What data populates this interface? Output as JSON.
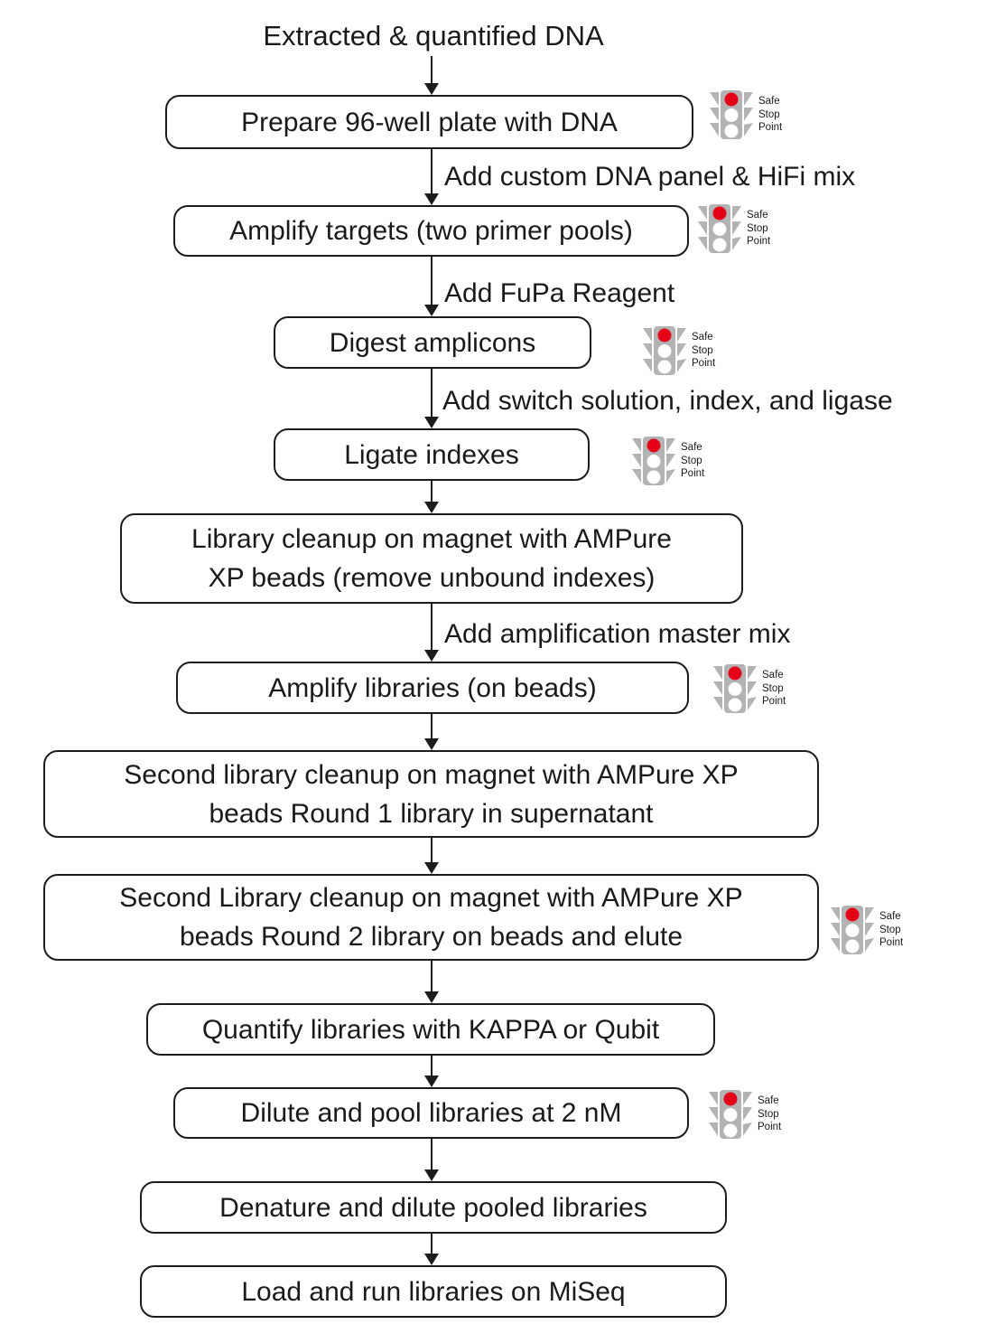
{
  "title": "Extracted & quantified DNA",
  "safe_stop_indicator": {
    "lines": [
      "Safe",
      "Stop",
      "Point"
    ]
  },
  "colors": {
    "stop_red": "#e50019",
    "signal_gray": "#b3b3b3",
    "line_black": "#1c1c1c"
  },
  "steps": [
    {
      "id": 1,
      "lines": [
        "Prepare 96-well plate with DNA"
      ],
      "safe_stop_point": true
    },
    {
      "id": 2,
      "note": "Add custom DNA panel & HiFi mix",
      "lines": [
        "Amplify targets (two primer pools)"
      ],
      "safe_stop_point": true
    },
    {
      "id": 3,
      "note": "Add FuPa Reagent",
      "lines": [
        "Digest amplicons"
      ],
      "safe_stop_point": true
    },
    {
      "id": 4,
      "note": "Add switch solution, index, and ligase",
      "lines": [
        "Ligate indexes"
      ],
      "safe_stop_point": true
    },
    {
      "id": 5,
      "lines": [
        "Library cleanup on magnet with AMPure",
        "XP beads (remove unbound indexes)"
      ],
      "safe_stop_point": false
    },
    {
      "id": 6,
      "note": "Add amplification master mix",
      "lines": [
        "Amplify libraries (on beads)"
      ],
      "safe_stop_point": true
    },
    {
      "id": 7,
      "lines": [
        "Second library cleanup on magnet with AMPure XP",
        "beads Round 1 library in supernatant"
      ],
      "safe_stop_point": false
    },
    {
      "id": 8,
      "lines": [
        "Second Library cleanup on magnet with AMPure XP",
        "beads Round 2 library on beads and elute"
      ],
      "safe_stop_point": true
    },
    {
      "id": 9,
      "lines": [
        "Quantify libraries with KAPPA or Qubit"
      ],
      "safe_stop_point": false
    },
    {
      "id": 10,
      "lines": [
        "Dilute and pool libraries at 2 nM"
      ],
      "safe_stop_point": true
    },
    {
      "id": 11,
      "lines": [
        "Denature and dilute pooled libraries"
      ],
      "safe_stop_point": false
    },
    {
      "id": 12,
      "lines": [
        "Load and run libraries on MiSeq"
      ],
      "safe_stop_point": false
    }
  ]
}
